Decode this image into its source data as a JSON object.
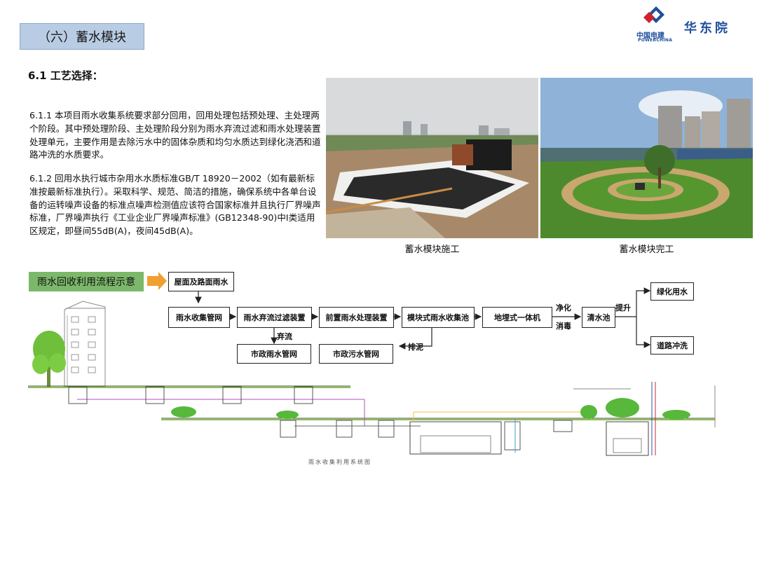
{
  "header": {
    "title": "（六）蓄水模块",
    "logo_cn": "中国电建",
    "logo_en": "POWERCHINA",
    "logo_org": "华东院",
    "brand_colors": {
      "red": "#d0202c",
      "blue": "#1f4e9c"
    }
  },
  "section": {
    "heading": "6.1 工艺选择：",
    "para1": "6.1.1 本项目雨水收集系统要求部分回用，回用处理包括预处理、主处理两个阶段。其中预处理阶段、主处理阶段分别为雨水弃流过滤和雨水处理装置处理单元，主要作用是去除污水中的固体杂质和均匀水质达到绿化浇洒和道路冲洗的水质要求。",
    "para2": "6.1.2 回用水执行城市杂用水水质标准GB/T 18920－2002（如有最新标准按最新标准执行）。采取科学、规范、简洁的措施，确保系统中各单台设备的运转噪声设备的标准点噪声检测值应该符合国家标准并且执行厂界噪声标准，厂界噪声执行《工业企业厂界噪声标准》(GB12348-90)中Ⅰ类适用区规定，即昼间55dB(A)，夜间45dB(A)。"
  },
  "photos": {
    "construction_caption": "蓄水模块施工",
    "completed_caption": "蓄水模块完工"
  },
  "flow": {
    "label": "雨水回收利用流程示意",
    "source": "屋面及路面雨水",
    "steps": [
      "雨水收集管网",
      "雨水弃流过滤装置",
      "前置雨水处理装置",
      "模块式雨水收集池",
      "地埋式一体机",
      "清水池"
    ],
    "uses": [
      "绿化用水",
      "道路冲洗"
    ],
    "outlets": [
      "市政雨水管网",
      "市政污水管网"
    ],
    "edge_labels": {
      "disinfect_1": "净化",
      "disinfect_2": "消毒",
      "lift": "提升",
      "overflow": "弃流",
      "sludge": "排泥"
    }
  },
  "section_drawing": {
    "caption": "雨水收集利用系统图"
  }
}
